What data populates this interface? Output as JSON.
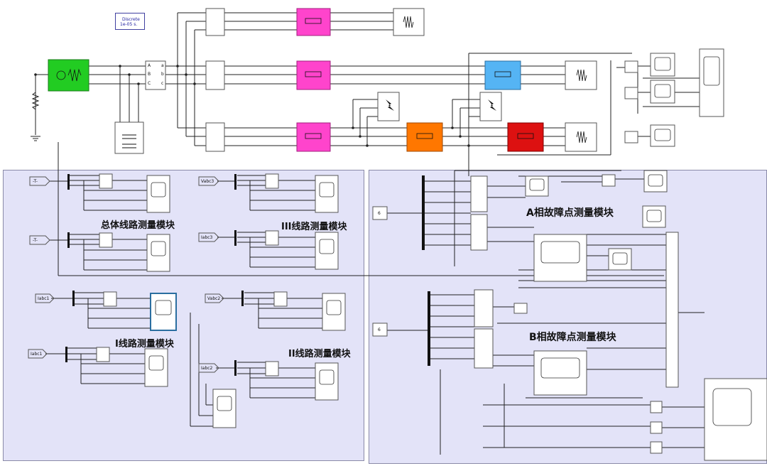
{
  "settings_block": {
    "line1": "Discrete",
    "line2": "1e-05 s."
  },
  "region_labels": {
    "total": "总体线路测量模块",
    "line3": "III线路测量模块",
    "line1": "I线路测量模块",
    "line2": "II线路测量模块",
    "fault_a": "A相故障点测量模块",
    "fault_b": "B相故障点测量模块"
  },
  "goto_tags": [
    "-T-",
    "-T-",
    "Iabc1",
    "Iabc1",
    "Vabc3",
    "Iabc3",
    "Vabc2",
    "Iabc2"
  ],
  "constants": [
    "6",
    "6"
  ],
  "port_labels": {
    "a": "A",
    "b": "B",
    "c": "C",
    "la": "a",
    "lb": "b",
    "lc": "c"
  },
  "colors": {
    "source": "#22cc22",
    "line_block": "#ff44cc",
    "fault_a": "#ff7700",
    "fault_b": "#dd1111",
    "blue_block": "#55b4f4",
    "region": "#e3e3f8",
    "wire": "#222222"
  }
}
